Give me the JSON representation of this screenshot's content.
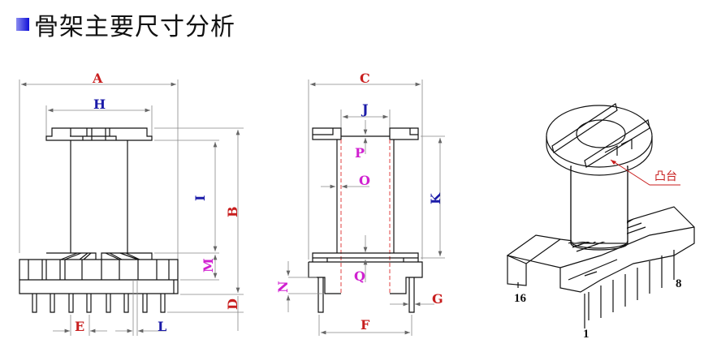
{
  "title": "骨架主要尺寸分析",
  "front_view": {
    "A": "A",
    "H": "H",
    "I": "I",
    "B": "B",
    "M": "M",
    "D": "D",
    "E": "E",
    "L": "L"
  },
  "side_view": {
    "C": "C",
    "J": "J",
    "P": "P",
    "O": "O",
    "K": "K",
    "Q": "Q",
    "N": "N",
    "G": "G",
    "F": "F"
  },
  "iso_view": {
    "callout": "凸台",
    "pin_16": "16",
    "pin_8": "8",
    "pin_1": "1"
  },
  "colors": {
    "red_label": "#c81e1e",
    "blue_label": "#1a1aa8",
    "magenta_label": "#d020d0"
  }
}
